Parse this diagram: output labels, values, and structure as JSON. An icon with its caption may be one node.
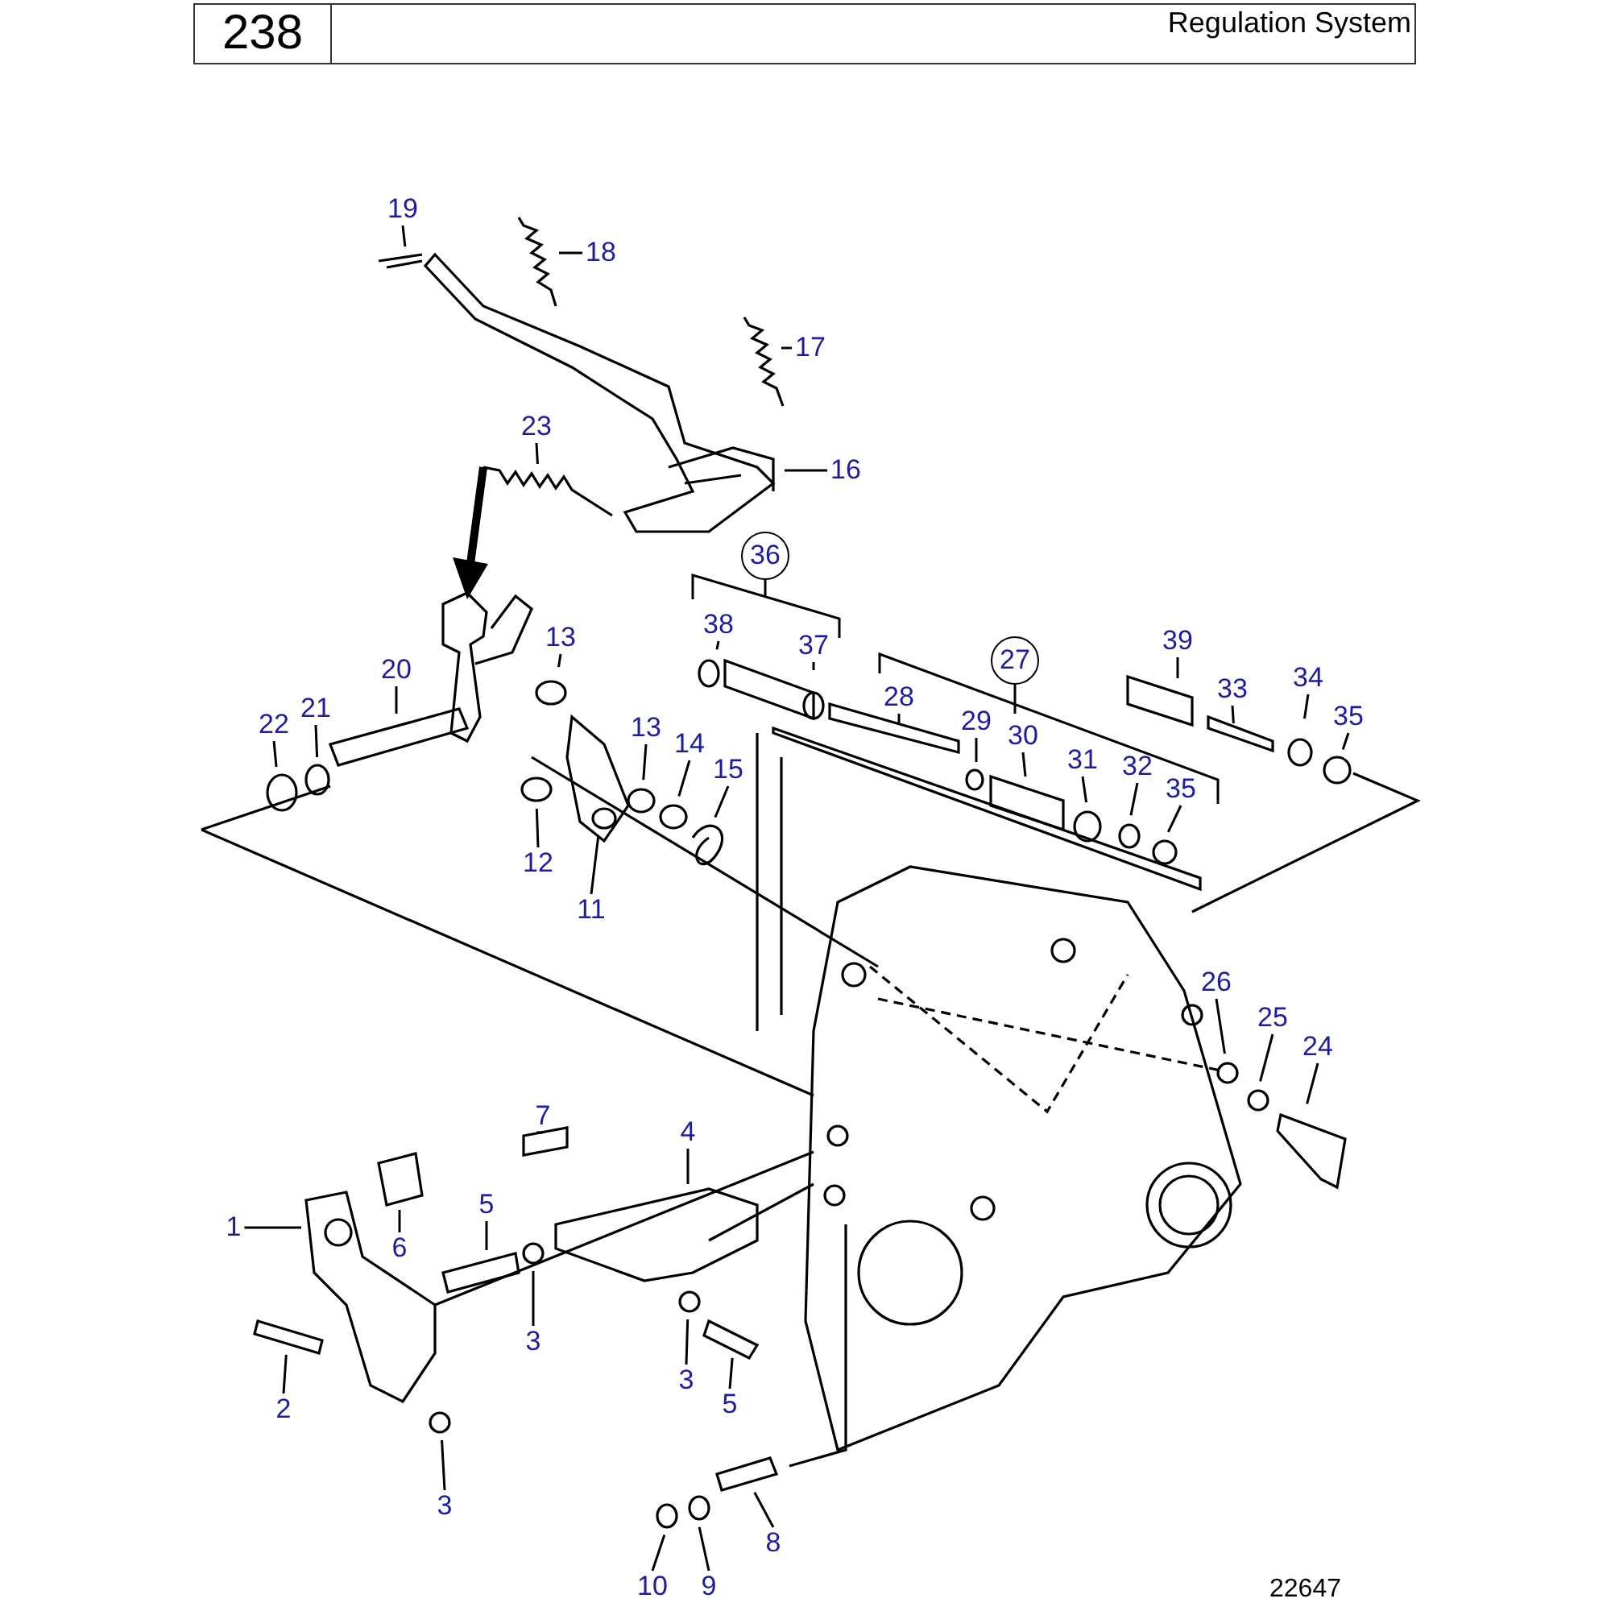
{
  "diagram": {
    "title": "Regulation System",
    "nodes": [
      {
        "text": [
          "19"
        ]
      },
      {
        "text": [
          "18"
        ]
      },
      {
        "text": [
          "17"
        ]
      },
      {
        "text": [
          "23"
        ]
      },
      {
        "text": [
          "16"
        ]
      },
      {
        "text": [
          "36"
        ]
      },
      {
        "text": [
          "38"
        ]
      },
      {
        "text": [
          "39"
        ]
      },
      {
        "text": [
          "27"
        ]
      },
      {
        "text": [
          "13"
        ]
      },
      {
        "text": [
          "20"
        ]
      },
      {
        "text": [
          "37"
        ]
      },
      {
        "text": [
          "28"
        ]
      },
      {
        "text": [
          "33"
        ]
      },
      {
        "text": [
          "34"
        ]
      },
      {
        "text": [
          "29"
        ]
      },
      {
        "text": [
          "22"
        ]
      },
      {
        "text": [
          "21"
        ]
      },
      {
        "text": [
          "30"
        ]
      },
      {
        "text": [
          "35"
        ]
      },
      {
        "text": [
          "13"
        ]
      },
      {
        "text": [
          "14"
        ]
      },
      {
        "text": [
          "15"
        ]
      },
      {
        "text": [
          "31"
        ]
      },
      {
        "text": [
          "32"
        ]
      },
      {
        "text": [
          "35"
        ]
      },
      {
        "text": [
          "12"
        ]
      },
      {
        "text": [
          "11"
        ]
      },
      {
        "text": [
          "26"
        ]
      },
      {
        "text": [
          "25"
        ]
      },
      {
        "text": [
          "24"
        ]
      },
      {
        "text": [
          "7"
        ]
      },
      {
        "text": [
          "4"
        ]
      },
      {
        "text": [
          "1"
        ]
      },
      {
        "text": [
          "5"
        ]
      },
      {
        "text": [
          "6"
        ]
      },
      {
        "text": [
          "3"
        ]
      },
      {
        "text": [
          "2"
        ]
      },
      {
        "text": [
          "3"
        ]
      },
      {
        "text": [
          "5"
        ]
      },
      {
        "text": [
          "8"
        ]
      },
      {
        "text": [
          "9"
        ]
      },
      {
        "text": [
          "10"
        ]
      },
      {
        "text": [
          "3"
        ]
      }
    ],
    "edges": [
      {
        "from": 0,
        "to": null,
        "arrow": "none"
      },
      {
        "from": 1,
        "to": null,
        "arrow": "none"
      },
      {
        "from": 2,
        "to": null,
        "arrow": "none"
      },
      {
        "from": 3,
        "to": null,
        "arrow": "none"
      },
      {
        "from": 4,
        "to": null,
        "arrow": "none"
      },
      {
        "from": 6,
        "to": null,
        "arrow": "none"
      },
      {
        "from": 7,
        "to": null,
        "arrow": "none"
      },
      {
        "from": 9,
        "to": null,
        "arrow": "none"
      },
      {
        "from": 10,
        "to": null,
        "arrow": "none"
      },
      {
        "from": 11,
        "to": null,
        "arrow": "none"
      },
      {
        "from": 12,
        "to": null,
        "arrow": "none"
      },
      {
        "from": 13,
        "to": null,
        "arrow": "none"
      },
      {
        "from": 14,
        "to": null,
        "arrow": "none"
      },
      {
        "from": 15,
        "to": null,
        "arrow": "none"
      },
      {
        "from": 16,
        "to": null,
        "arrow": "none"
      },
      {
        "from": 17,
        "to": null,
        "arrow": "none"
      },
      {
        "from": 18,
        "to": null,
        "arrow": "none"
      },
      {
        "from": 19,
        "to": null,
        "arrow": "none"
      },
      {
        "from": 20,
        "to": null,
        "arrow": "none"
      },
      {
        "from": 21,
        "to": null,
        "arrow": "none"
      },
      {
        "from": 22,
        "to": null,
        "arrow": "none"
      },
      {
        "from": 23,
        "to": null,
        "arrow": "none"
      },
      {
        "from": 24,
        "to": null,
        "arrow": "none"
      },
      {
        "from": 25,
        "to": null,
        "arrow": "none"
      },
      {
        "from": 26,
        "to": null,
        "arrow": "none"
      },
      {
        "from": 27,
        "to": null,
        "arrow": "none"
      },
      {
        "from": 28,
        "to": null,
        "arrow": "none"
      },
      {
        "from": 29,
        "to": null,
        "arrow": "none"
      },
      {
        "from": 30,
        "to": null,
        "arrow": "none"
      },
      {
        "from": 31,
        "to": null,
        "arrow": "none"
      },
      {
        "from": 32,
        "to": null,
        "arrow": "none"
      },
      {
        "from": 33,
        "to": null,
        "arrow": "none"
      },
      {
        "from": 34,
        "to": null,
        "arrow": "none"
      },
      {
        "from": 35,
        "to": null,
        "arrow": "none"
      },
      {
        "from": 36,
        "to": null,
        "arrow": "none"
      },
      {
        "from": 37,
        "to": null,
        "arrow": "none"
      },
      {
        "from": 38,
        "to": null,
        "arrow": "none"
      },
      {
        "from": 39,
        "to": null,
        "arrow": "none"
      },
      {
        "from": 40,
        "to": null,
        "arrow": "none"
      },
      {
        "from": 41,
        "to": null,
        "arrow": "none"
      },
      {
        "from": 42,
        "to": null,
        "arrow": "none"
      },
      {
        "from": 43,
        "to": null,
        "arrow": "none"
      }
    ],
    "labels": [
      "238",
      "22647"
    ]
  }
}
